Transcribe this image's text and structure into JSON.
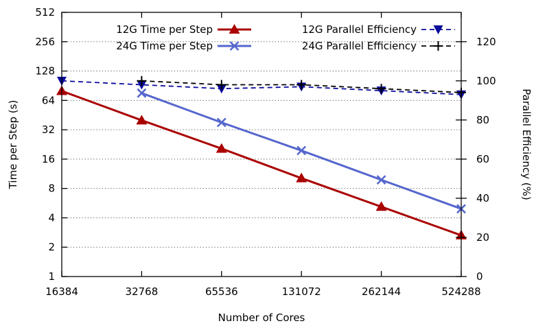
{
  "chart_data": {
    "type": "line",
    "x": [
      16384,
      32768,
      65536,
      131072,
      262144,
      524288
    ],
    "x_tick_labels": [
      "16384",
      "32768",
      "65536",
      "131072",
      "262144",
      "524288"
    ],
    "xlabel": "Number of Cores",
    "x_scale": "log2",
    "ylabel_left": "Time per Step (s)",
    "y_left_scale": "log2",
    "y_left_lim": [
      1,
      512
    ],
    "y_left_ticks": [
      1,
      2,
      4,
      8,
      16,
      32,
      64,
      128,
      256,
      512
    ],
    "y_left_tick_labels": [
      "1",
      "2",
      "4",
      "8",
      "16",
      "32",
      "64",
      "128",
      "256",
      "512"
    ],
    "ylabel_right": "Parallel Efficiency (%)",
    "y_right_scale": "linear",
    "y_right_lim": [
      0,
      135
    ],
    "y_right_ticks": [
      0,
      20,
      40,
      60,
      80,
      100,
      120
    ],
    "y_right_tick_labels": [
      "0",
      "20",
      "40",
      "60",
      "80",
      "100",
      "120"
    ],
    "grid": "horizontal dotted at left-axis ticks",
    "legend_placement": "top",
    "series": [
      {
        "name": "12G Time per Step",
        "axis": "left",
        "color": "#aa0000",
        "marker": "triangle-up",
        "line": "solid",
        "x": [
          16384,
          32768,
          65536,
          131072,
          262144,
          524288
        ],
        "values": [
          80,
          40,
          20.5,
          10.2,
          5.2,
          2.65
        ]
      },
      {
        "name": "24G Time per Step",
        "axis": "left",
        "color": "#5566cc",
        "marker": "x",
        "line": "solid",
        "x": [
          32768,
          65536,
          131072,
          262144,
          524288
        ],
        "values": [
          76,
          38,
          19.6,
          9.8,
          4.95
        ]
      },
      {
        "name": "12G Parallel Efficiency",
        "axis": "right",
        "color": "#0a0a9c",
        "marker": "triangle-down",
        "line": "dashed",
        "x": [
          16384,
          32768,
          65536,
          131072,
          262144,
          524288
        ],
        "values": [
          100,
          98,
          96,
          97,
          95,
          93
        ]
      },
      {
        "name": "24G Parallel Efficiency",
        "axis": "right",
        "color": "#000000",
        "marker": "plus",
        "line": "dashed",
        "x": [
          32768,
          65536,
          131072,
          262144,
          524288
        ],
        "values": [
          100,
          98,
          98,
          96,
          94
        ]
      }
    ]
  }
}
